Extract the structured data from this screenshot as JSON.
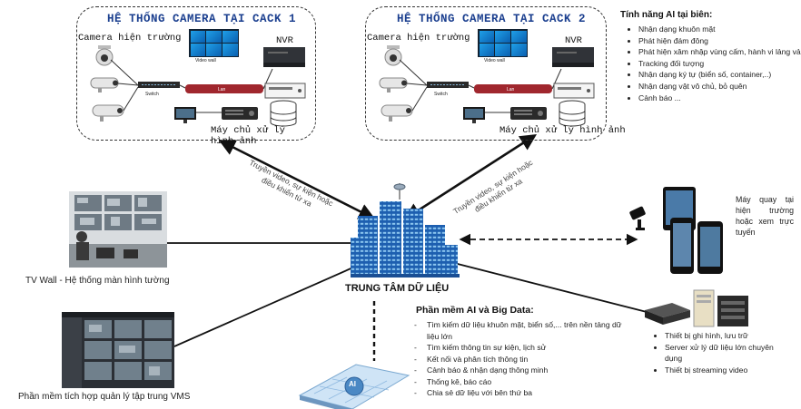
{
  "site1": {
    "title": "HỆ THỐNG CAMERA TẠI CACK 1",
    "camera_label": "Camera hiện trường",
    "nvr_label": "NVR",
    "videowall_label": "Video wall",
    "switch_label": "Switch",
    "lan_label": "Lan",
    "server_label": "Máy chủ xử lý hình ảnh"
  },
  "site2": {
    "title": "HỆ THỐNG CAMERA TẠI CACK 2",
    "camera_label": "Camera hiện trường",
    "nvr_label": "NVR",
    "videowall_label": "Video wall",
    "switch_label": "Switch",
    "lan_label": "Lan",
    "server_label": "Máy chủ xử lý hình ảnh"
  },
  "edge_ai": {
    "heading": "Tính năng AI tại biên:",
    "items": [
      "Nhận dạng khuôn mặt",
      "Phát hiện đám đông",
      "Phát hiện xâm nhập vùng cấm, hành vi lảng vảng",
      "Tracking đối tượng",
      "Nhận dạng ký tự (biển số, container,..)",
      "Nhận dạng vật vô chủ, bỏ quên",
      "Cảnh báo ..."
    ]
  },
  "links": {
    "left": "Truyền video, sự kiện hoặc điều khiển từ xa",
    "right": "Truyền video, sự kiện hoặc điều khiển từ xa"
  },
  "center": {
    "label": "TRUNG TÂM DỮ LIỆU"
  },
  "tvwall": {
    "caption": "TV Wall - Hệ thống màn hình tường"
  },
  "vms": {
    "caption": "Phần mềm tích hợp quản lý tập trung VMS"
  },
  "mobile": {
    "caption": "Máy quay tại hiện trường hoặc xem trực tuyến"
  },
  "big_data": {
    "heading": "Phần mềm AI và Big Data:",
    "items": [
      "Tìm kiếm dữ liệu khuôn mặt, biển số,... trên nền tảng dữ liệu lớn",
      "Tìm kiếm thông tin sự kiện, lịch sử",
      "Kết nối và phân tích thông tin",
      "Cảnh báo & nhận dạng thông minh",
      "Thống kê, báo cáo",
      "Chia sẻ dữ liệu với bên thứ ba"
    ]
  },
  "devices": {
    "items": [
      "Thiết bị ghi hình, lưu trữ",
      "Server xử lý dữ liệu lớn chuyên dụng",
      "Thiết bị streaming video"
    ]
  },
  "ai_chip": {
    "label": "AI"
  }
}
